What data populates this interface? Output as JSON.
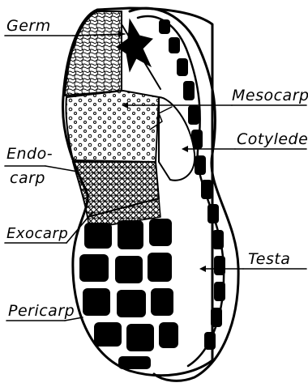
{
  "labels": {
    "germ": "Germ",
    "mesocarp": "Mesocarp",
    "cotyledon": "Cotyleden",
    "endocarp_line1": "Endo-",
    "endocarp_line2": "carp",
    "exocarp": "Exocarp",
    "testa": "Testa",
    "pericarp": "Pericarp"
  },
  "colors": {
    "ink": "#000000",
    "paper": "#ffffff"
  }
}
